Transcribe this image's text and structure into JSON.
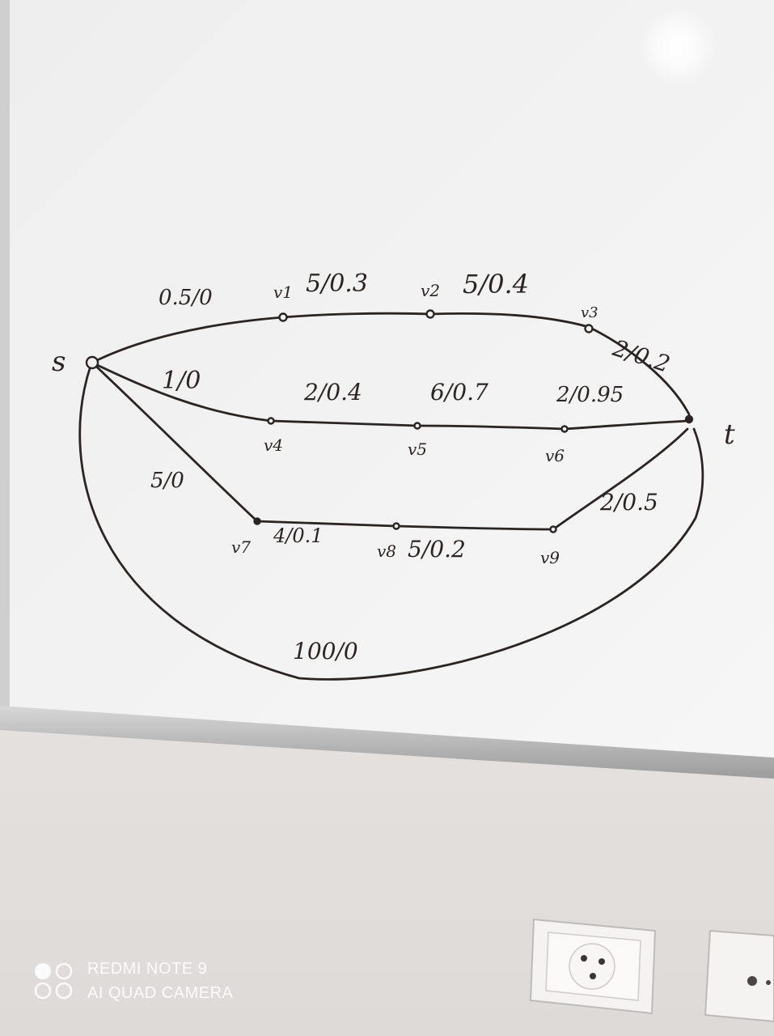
{
  "watermark": {
    "line1": "REDMI NOTE 9",
    "line2": "AI QUAD CAMERA"
  },
  "graph": {
    "nodes": {
      "s": "s",
      "t": "t",
      "v1": "v1",
      "v2": "v2",
      "v3": "v3",
      "v4": "v4",
      "v5": "v5",
      "v6": "v6",
      "v7": "v7",
      "v8": "v8",
      "v9": "v9"
    },
    "edges": {
      "s_v1": "0.5/0",
      "v1_v2": "5/0.3",
      "v2_v3": "5/0.4",
      "v3_t": "2/0.2",
      "s_v4": "1/0",
      "v4_v5": "2/0.4",
      "v5_v6": "6/0.7",
      "v6_t": "2/0.95",
      "s_v7": "5/0",
      "v7_v8": "4/0.1",
      "v8_v9": "5/0.2",
      "v9_t": "2/0.5",
      "s_t": "100/0"
    }
  },
  "colors": {
    "ink": "#2a2422",
    "board": "#f2f1f0",
    "frame": "#c9c9c9",
    "wall": "#e8e5e3"
  }
}
